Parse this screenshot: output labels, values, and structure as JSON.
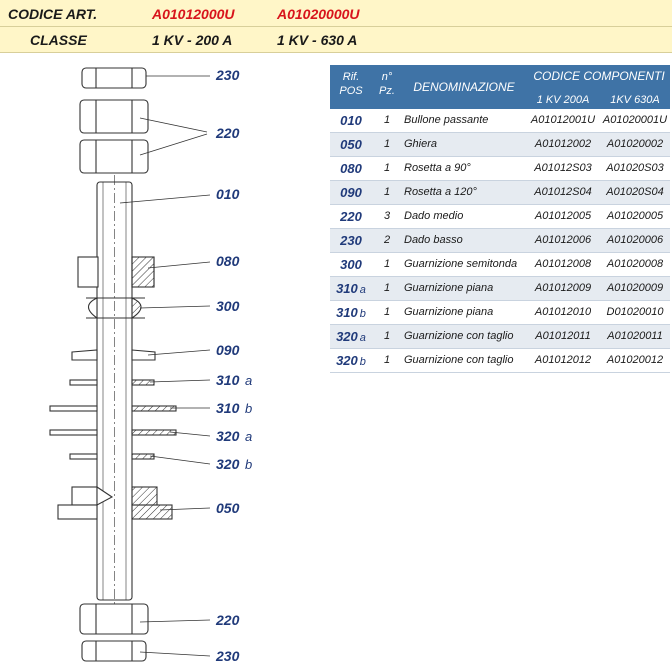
{
  "header": {
    "row1": {
      "label": "CODICE ART.",
      "code_a": "A01012000U",
      "code_b": "A01020000U"
    },
    "row2": {
      "label": "CLASSE",
      "class_a": "1 KV - 200 A",
      "class_b": "1 KV - 630 A"
    }
  },
  "drawing": {
    "labels": {
      "l230_top": "230",
      "l220_top": "220",
      "l010": "010",
      "l080": "080",
      "l300": "300",
      "l090": "090",
      "l310a": "310",
      "l310a_suf": "a",
      "l310b": "310",
      "l310b_suf": "b",
      "l320a": "320",
      "l320a_suf": "a",
      "l320b": "320",
      "l320b_suf": "b",
      "l050": "050",
      "l220_bot": "220",
      "l230_bot": "230"
    }
  },
  "table": {
    "headers": {
      "rif": "Rif.",
      "pos": "POS",
      "n": "n°",
      "pz": "Pz.",
      "denominazione": "DENOMINAZIONE",
      "codice": "CODICE COMPONENTI",
      "col1": "1 KV 200A",
      "col2": "1KV 630A"
    },
    "rows": [
      {
        "pos": "010",
        "suf": "",
        "qty": "1",
        "den": "Bullone passante",
        "c1": "A01012001U",
        "c2": "A01020001U"
      },
      {
        "pos": "050",
        "suf": "",
        "qty": "1",
        "den": "Ghiera",
        "c1": "A01012002",
        "c2": "A01020002"
      },
      {
        "pos": "080",
        "suf": "",
        "qty": "1",
        "den": "Rosetta a 90°",
        "c1": "A01012S03",
        "c2": "A01020S03"
      },
      {
        "pos": "090",
        "suf": "",
        "qty": "1",
        "den": "Rosetta a 120°",
        "c1": "A01012S04",
        "c2": "A01020S04"
      },
      {
        "pos": "220",
        "suf": "",
        "qty": "3",
        "den": "Dado medio",
        "c1": "A01012005",
        "c2": "A01020005"
      },
      {
        "pos": "230",
        "suf": "",
        "qty": "2",
        "den": "Dado basso",
        "c1": "A01012006",
        "c2": "A01020006"
      },
      {
        "pos": "300",
        "suf": "",
        "qty": "1",
        "den": "Guarnizione semitonda",
        "c1": "A01012008",
        "c2": "A01020008"
      },
      {
        "pos": "310",
        "suf": "a",
        "qty": "1",
        "den": "Guarnizione piana",
        "c1": "A01012009",
        "c2": "A01020009"
      },
      {
        "pos": "310",
        "suf": "b",
        "qty": "1",
        "den": "Guarnizione piana",
        "c1": "A01012010",
        "c2": "D01020010"
      },
      {
        "pos": "320",
        "suf": "a",
        "qty": "1",
        "den": "Guarnizione con taglio",
        "c1": "A01012011",
        "c2": "A01020011"
      },
      {
        "pos": "320",
        "suf": "b",
        "qty": "1",
        "den": "Guarnizione con taglio",
        "c1": "A01012012",
        "c2": "A01020012"
      }
    ]
  }
}
